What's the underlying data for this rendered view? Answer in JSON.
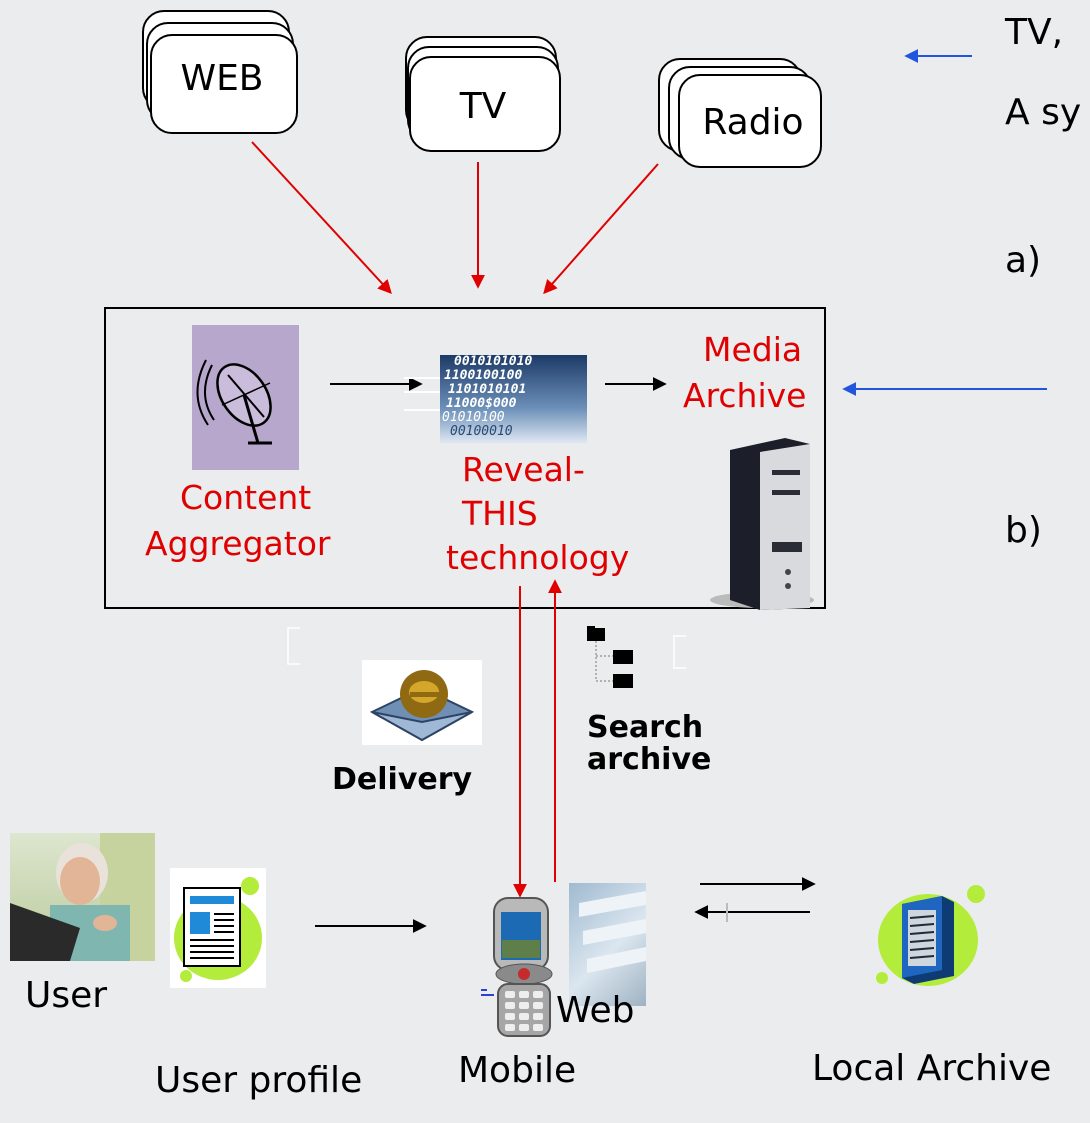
{
  "sources": {
    "web": "WEB",
    "tv": "TV",
    "radio": "Radio"
  },
  "side_text": {
    "line1": "TV,",
    "line2": "A sy",
    "item_a": "a)",
    "item_b": "b)"
  },
  "system": {
    "content_aggregator_line1": "Content",
    "content_aggregator_line2": "Aggregator",
    "reveal_line1": "Reveal-",
    "reveal_line2": "THIS",
    "reveal_line3": "technology",
    "media_archive_line1": "Media",
    "media_archive_line2": "Archive",
    "binary_rows": [
      "0010101010",
      "1100100100",
      "1101010101",
      "11000$000",
      "01010100",
      "00100010"
    ]
  },
  "labels": {
    "delivery": "Delivery",
    "search_line1": "Search",
    "search_line2": "archive",
    "user": "User",
    "user_profile": "User profile",
    "mobile": "Mobile",
    "web": "Web",
    "local_archive": "Local Archive"
  },
  "colors": {
    "red_arrow": "#e00000",
    "blue_arrow": "#2255dd",
    "background": "#eaecee",
    "lavender": "#b7a7cc",
    "lime": "#b4ec3c"
  }
}
